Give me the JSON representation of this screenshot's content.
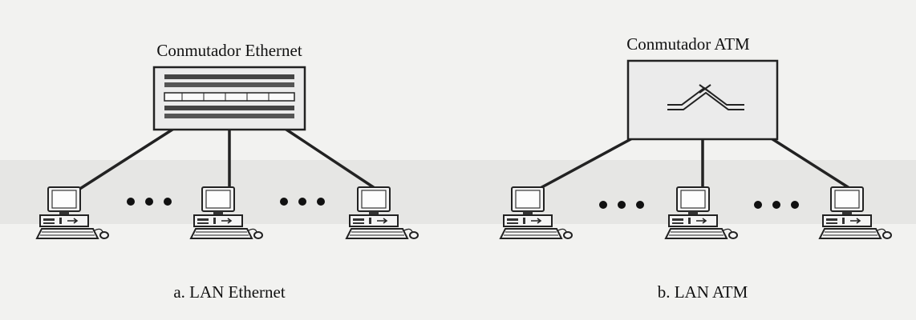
{
  "panel_a": {
    "switch_label": "Conmutador Ethernet",
    "caption": "a. LAN Ethernet"
  },
  "panel_b": {
    "switch_label": "Conmutador ATM",
    "caption": "b. LAN ATM"
  },
  "colors": {
    "line": "#222222",
    "background": "#f2f2f0",
    "switch_fill": "#ebebeb"
  }
}
